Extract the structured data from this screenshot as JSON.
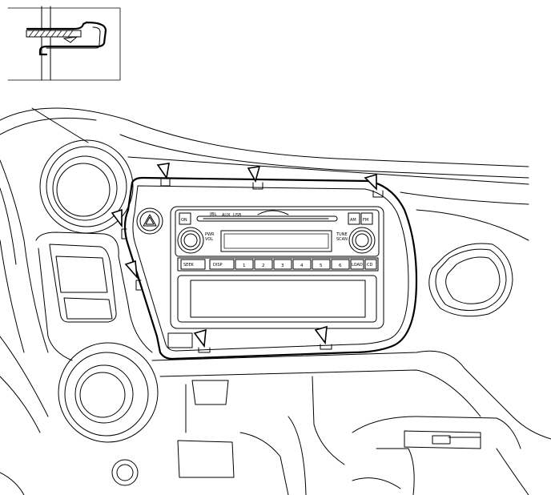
{
  "figure": {
    "inset": {
      "label": "clip-detail-inset"
    },
    "console_labels": {
      "top_left_button": "ON",
      "top_logo": "JBL",
      "top_small_1": "AUX",
      "top_small_2": "USB",
      "top_right_button_1": "AM",
      "top_right_button_2": "FM",
      "left_knob_label": "PWR\nVOL",
      "right_knob_label": "TUNE\nSCAN",
      "preset_1": "1",
      "preset_2": "2",
      "preset_3": "3",
      "preset_4": "4",
      "preset_5": "5",
      "preset_6": "6",
      "button_disp": "DISP",
      "button_left": "SEEK",
      "button_right_1": "LOAD",
      "button_right_2": "CD"
    },
    "retaining_clips": [
      {
        "name": "clip-upper-left-1"
      },
      {
        "name": "clip-upper-left-2"
      },
      {
        "name": "clip-upper-right"
      },
      {
        "name": "clip-left-upper"
      },
      {
        "name": "clip-left-lower"
      },
      {
        "name": "clip-bottom-left"
      },
      {
        "name": "clip-bottom-right"
      }
    ]
  }
}
